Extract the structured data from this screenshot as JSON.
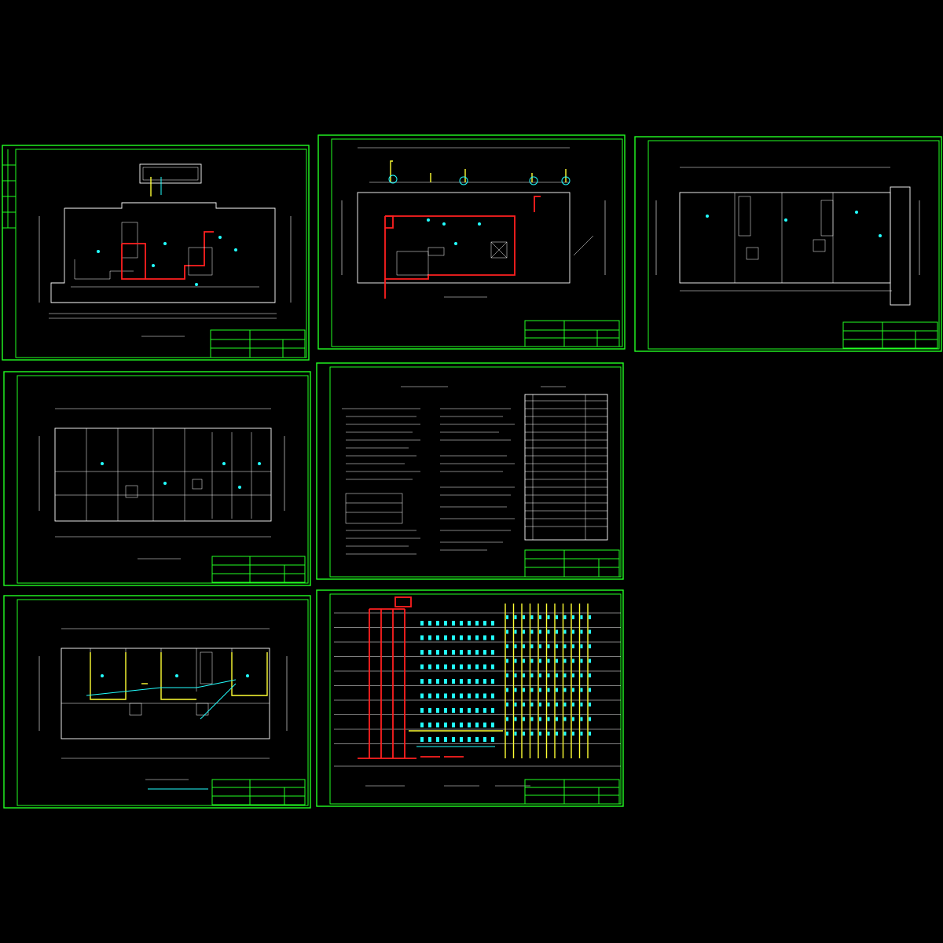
{
  "app": {
    "background": "#000000",
    "frame_color": "#22ff22",
    "line_color": "#ffffff",
    "pipe_red": "#ff2020",
    "pipe_yellow": "#ffff33",
    "symbol_cyan": "#22ffff"
  },
  "sheets": [
    {
      "id": "sheet-1",
      "kind": "plan-red-pipe"
    },
    {
      "id": "sheet-2",
      "kind": "plan-red-pipe"
    },
    {
      "id": "sheet-3",
      "kind": "plan-empty"
    },
    {
      "id": "sheet-4",
      "kind": "plan-rooms"
    },
    {
      "id": "sheet-5",
      "kind": "notes"
    },
    {
      "id": "sheet-6",
      "kind": "plan-yellow-pipe"
    },
    {
      "id": "sheet-7",
      "kind": "riser"
    }
  ]
}
